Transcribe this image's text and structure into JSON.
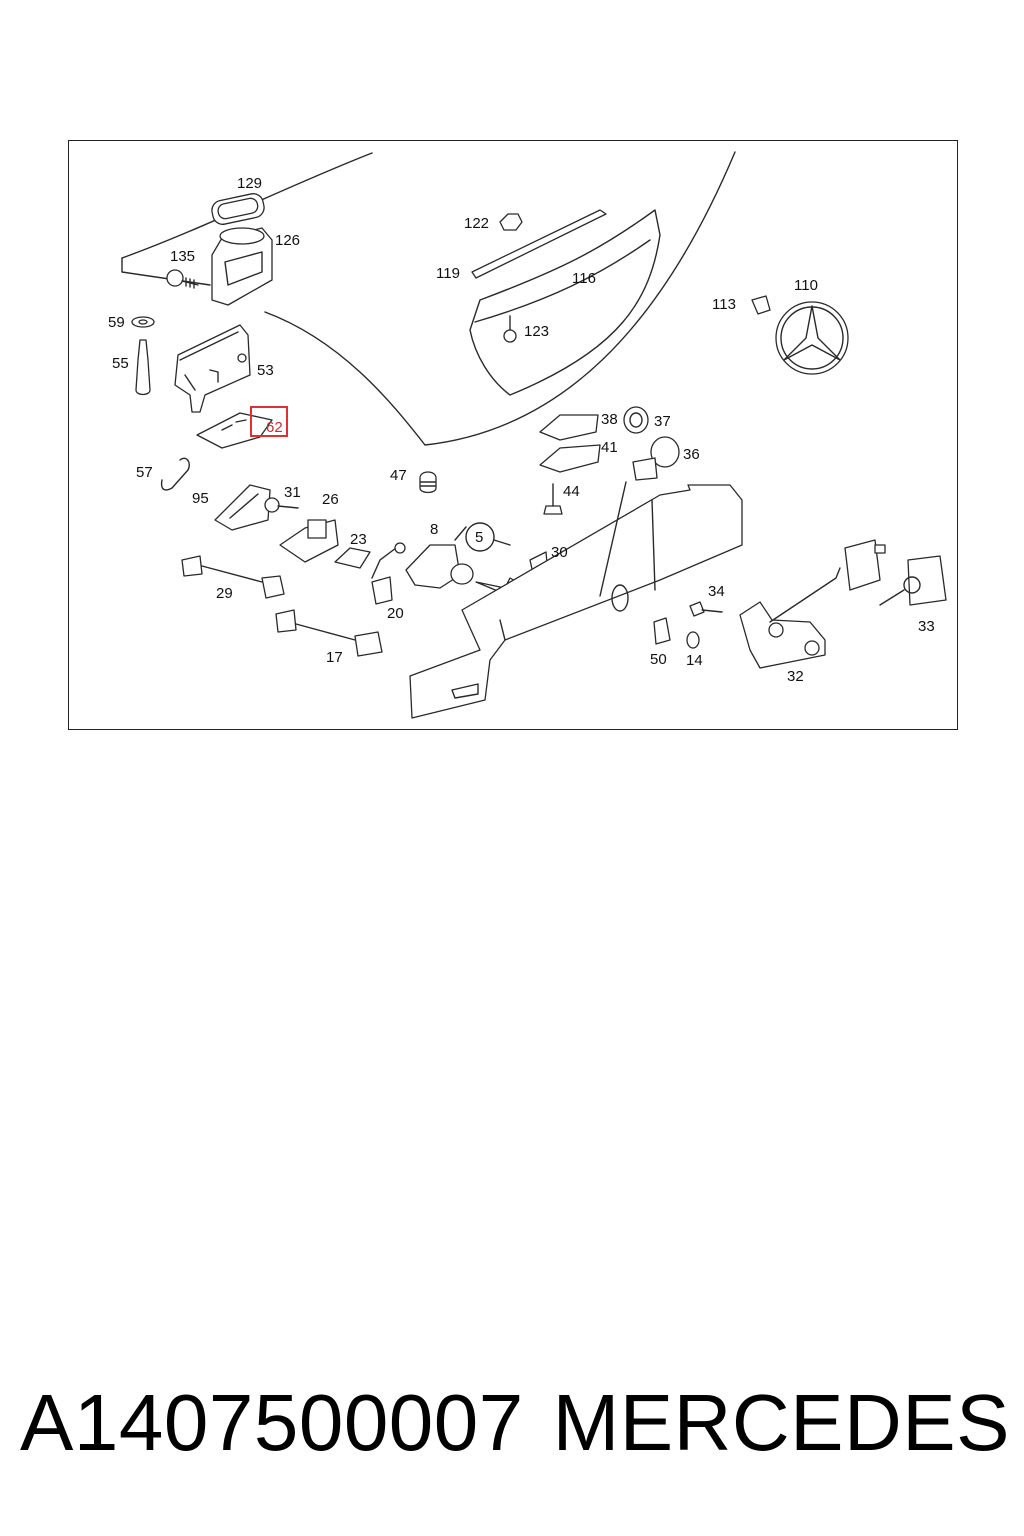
{
  "diagram": {
    "highlighted_part": "62",
    "labels": {
      "l129": "129",
      "l126": "126",
      "l135": "135",
      "l59": "59",
      "l55": "55",
      "l53": "53",
      "l62": "62",
      "l57": "57",
      "l95": "95",
      "l31": "31",
      "l26": "26",
      "l47": "47",
      "l122": "122",
      "l119": "119",
      "l116": "116",
      "l123": "123",
      "l113": "113",
      "l110": "110",
      "l38": "38",
      "l37": "37",
      "l41": "41",
      "l36": "36",
      "l44": "44",
      "l8": "8",
      "l5": "5",
      "l23": "23",
      "l30": "30",
      "l29": "29",
      "l20": "20",
      "l17": "17",
      "l34": "34",
      "l50": "50",
      "l14": "14",
      "l32": "32",
      "l33": "33"
    }
  },
  "caption": {
    "part_number": "A1407500007",
    "brand": "MERCEDES"
  },
  "colors": {
    "highlight": "#e03030",
    "line": "#2a2a2a"
  }
}
